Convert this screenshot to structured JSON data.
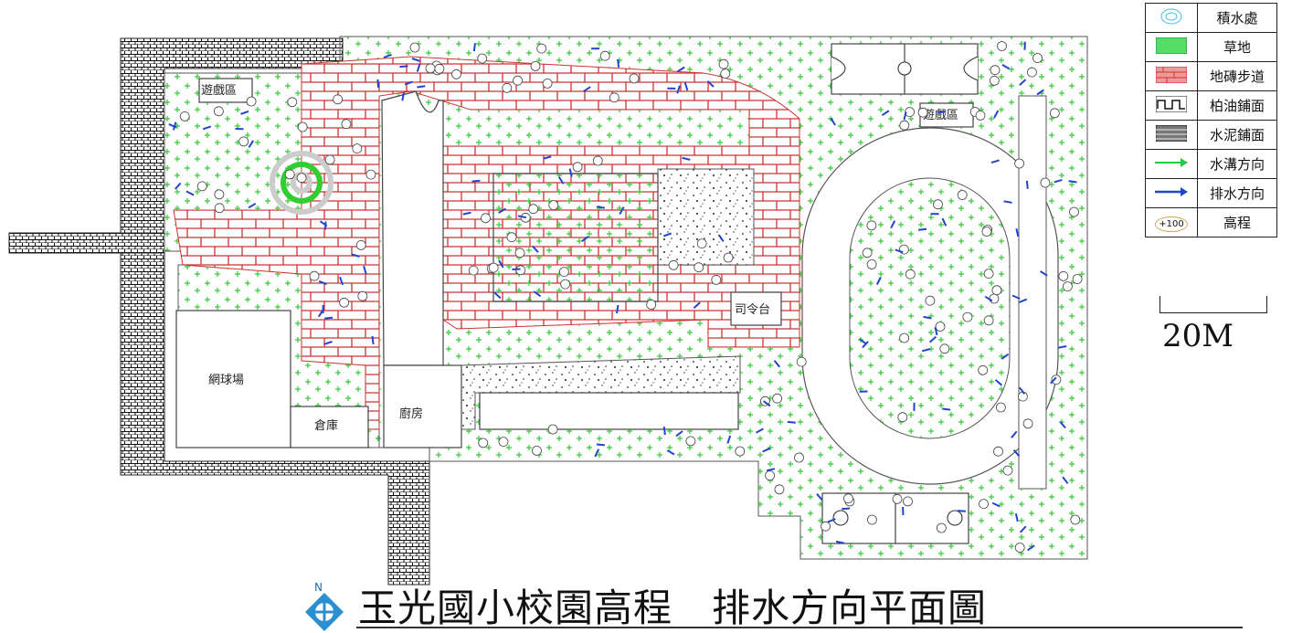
{
  "title": "玉光國小校園高程　排水方向平面圖",
  "north_label": "N",
  "scale_label": "20M",
  "legend": [
    {
      "icon": "ponding-icon",
      "label": "積水處"
    },
    {
      "icon": "grass-icon",
      "label": "草地"
    },
    {
      "icon": "brick-icon",
      "label": "地磚步道"
    },
    {
      "icon": "asphalt-icon",
      "label": "柏油鋪面"
    },
    {
      "icon": "cement-icon",
      "label": "水泥鋪面"
    },
    {
      "icon": "green-arrow-icon",
      "label": "水溝方向"
    },
    {
      "icon": "blue-arrow-icon",
      "label": "排水方向"
    },
    {
      "icon": "elevation-marker-icon",
      "label": "高程",
      "sample": "+100"
    }
  ],
  "places": {
    "playground_west": "遊戲區",
    "playground_east": "遊戲區",
    "tennis": "網球場",
    "storage": "倉庫",
    "kitchen": "廚房",
    "stage": "司令台"
  },
  "colors": {
    "grass_plus": "#33cc33",
    "brick": "#cc3333",
    "drain_arrow": "#2244cc",
    "ditch_arrow": "#22cc44",
    "ponding": "#44bbdd"
  }
}
